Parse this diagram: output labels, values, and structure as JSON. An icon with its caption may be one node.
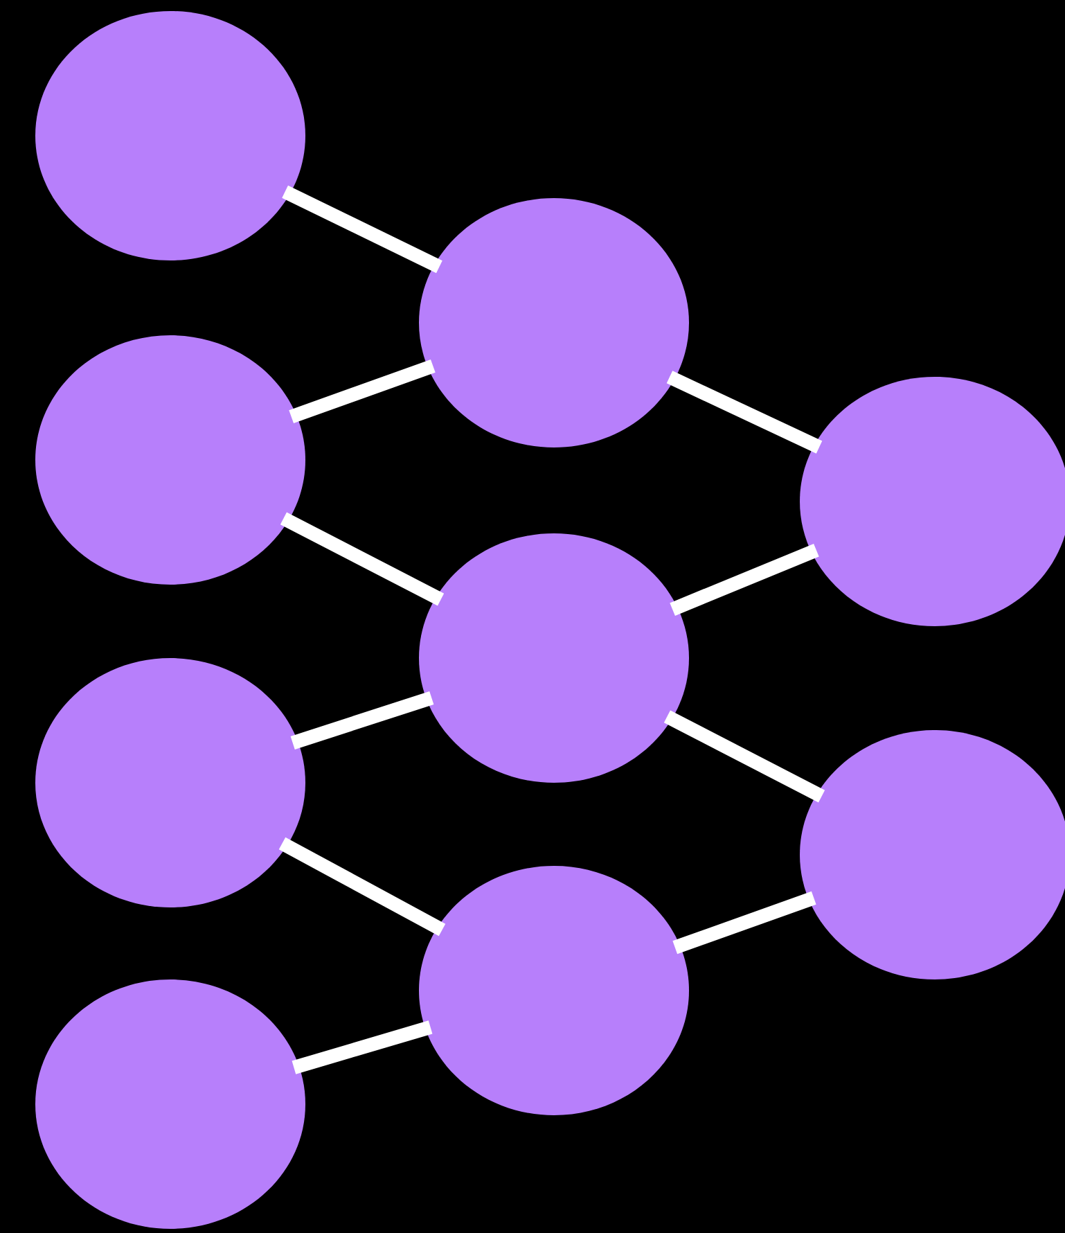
{
  "diagram": {
    "nodes": [
      {
        "text": [],
        "shape": "circle"
      },
      {
        "text": [],
        "shape": "circle"
      },
      {
        "text": [],
        "shape": "circle"
      },
      {
        "text": [],
        "shape": "circle"
      },
      {
        "text": [],
        "shape": "circle"
      },
      {
        "text": [],
        "shape": "circle"
      },
      {
        "text": [],
        "shape": "circle"
      },
      {
        "text": [],
        "shape": "circle"
      },
      {
        "text": [],
        "shape": "circle"
      }
    ],
    "edges": [
      {
        "from": 0,
        "to": 4,
        "arrow": "none"
      },
      {
        "from": 1,
        "to": 4,
        "arrow": "none"
      },
      {
        "from": 1,
        "to": 5,
        "arrow": "none"
      },
      {
        "from": 2,
        "to": 5,
        "arrow": "none"
      },
      {
        "from": 2,
        "to": 6,
        "arrow": "none"
      },
      {
        "from": 3,
        "to": 6,
        "arrow": "none"
      },
      {
        "from": 4,
        "to": 7,
        "arrow": "none"
      },
      {
        "from": 5,
        "to": 7,
        "arrow": "none"
      },
      {
        "from": 5,
        "to": 8,
        "arrow": "none"
      },
      {
        "from": 6,
        "to": 8,
        "arrow": "none"
      }
    ]
  }
}
